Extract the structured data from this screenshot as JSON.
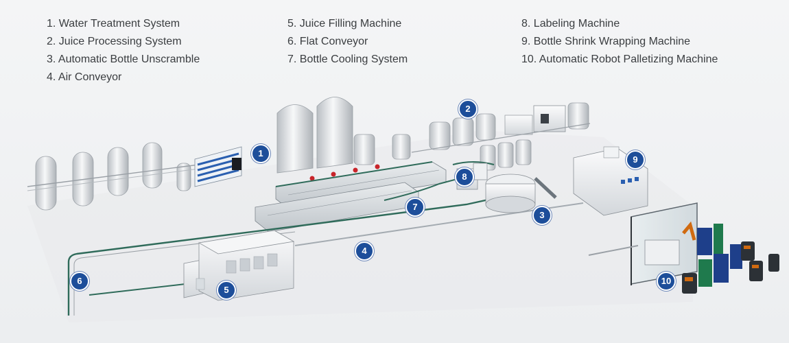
{
  "legend": {
    "col1": [
      "1. Water Treatment System",
      "2. Juice Processing System",
      "3. Automatic Bottle Unscramble",
      "4. Air Conveyor"
    ],
    "col2": [
      "5. Juice Filling Machine",
      "6. Flat Conveyor",
      "7. Bottle Cooling System"
    ],
    "col3": [
      "8. Labeling Machine",
      "9. Bottle Shrink Wrapping Machine",
      "10. Automatic Robot Palletizing Machine"
    ]
  },
  "badges": [
    "1",
    "2",
    "3",
    "4",
    "5",
    "6",
    "7",
    "8",
    "9",
    "10"
  ],
  "colors": {
    "badge": "#1d4e9a",
    "conveyor": "#2f6b5a",
    "tank": "#d9dde1",
    "panel": "#2a5fb0",
    "robot": "#d06a10",
    "crate_blue": "#1e3f8a",
    "crate_green": "#1f7a4d"
  }
}
